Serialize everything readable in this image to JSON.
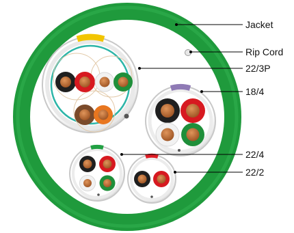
{
  "labels": {
    "jacket": "Jacket",
    "rip_cord": "Rip Cord",
    "g1": "22/3P",
    "g2": "18/4",
    "g3": "22/4",
    "g4": "22/2"
  },
  "colors": {
    "jacket": "#1f9a3c",
    "jacket_inner": "#2aa646",
    "filler": "#ffffff",
    "sub_jacket": "#e6e6e6",
    "shield": "#2cb5a8",
    "stripe_yellow": "#f2c500",
    "stripe_purple": "#8f7ab5",
    "stripe_green": "#22a043",
    "stripe_red": "#e01e26",
    "copper": "#b8662f",
    "conductor_black": "#1f1f1f",
    "conductor_red": "#d71920",
    "conductor_white": "#f0f0f0",
    "conductor_green": "#1f8f3a",
    "conductor_brown": "#7a4a2a",
    "conductor_orange": "#e8761f"
  },
  "groups": [
    {
      "id": "g1",
      "stripe": "yellow",
      "shielded": true,
      "conductors": [
        "black",
        "red",
        "white",
        "green",
        "brown",
        "orange"
      ]
    },
    {
      "id": "g2",
      "stripe": "purple",
      "shielded": false,
      "conductors": [
        "black",
        "red",
        "white",
        "green"
      ]
    },
    {
      "id": "g3",
      "stripe": "green",
      "shielded": false,
      "conductors": [
        "black",
        "red",
        "white",
        "green"
      ]
    },
    {
      "id": "g4",
      "stripe": "red",
      "shielded": false,
      "conductors": [
        "black",
        "red"
      ]
    }
  ]
}
